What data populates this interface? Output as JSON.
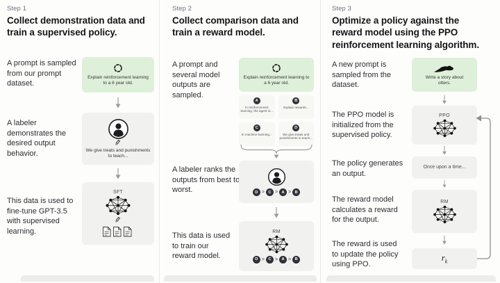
{
  "step1": {
    "label": "Step 1",
    "title": "Collect demonstration data and train a supervised policy.",
    "caption_prompt": "A prompt is sampled from our prompt dataset.",
    "prompt_text": "Explain reinforcement learning to a 6 year old.",
    "caption_labeler": "A labeler demonstrates the desired output behavior.",
    "labeler_text": "We give treats and punishments to teach...",
    "caption_finetune": "This data is used to fine-tune GPT-3.5 with supervised learning.",
    "model_label": "SFT"
  },
  "step2": {
    "label": "Step 2",
    "title": "Collect comparison data and train a reward model.",
    "caption_prompt": "A prompt and several model outputs are sampled.",
    "prompt_text": "Explain reinforcement learning to a 6 year old.",
    "outputs": [
      {
        "letter": "A",
        "text": "In reinforcement learning, the agent is..."
      },
      {
        "letter": "B",
        "text": "Explain rewards..."
      },
      {
        "letter": "C",
        "text": "In machine learning..."
      },
      {
        "letter": "D",
        "text": "We give treats and punishments to teach..."
      }
    ],
    "caption_rank": "A labeler ranks the outputs from best to worst.",
    "ranking": [
      "D",
      "C",
      "A",
      "B"
    ],
    "rank_sep": ">",
    "caption_train": "This data is used to train our reward model.",
    "model_label": "RM"
  },
  "step3": {
    "label": "Step 3",
    "title": "Optimize a policy against the reward model using the PPO reinforcement learning algorithm.",
    "caption_prompt": "A new prompt is sampled from the dataset.",
    "prompt_text": "Write a story about otters.",
    "caption_ppo": "The PPO model is initialized from the supervised policy.",
    "ppo_label": "PPO",
    "caption_output": "The policy generates an output.",
    "output_text": "Once upon a time...",
    "caption_reward": "The reward model calculates a reward for the output.",
    "rm_label": "RM",
    "caption_update": "The reward is used to update the policy using PPO.",
    "reward_var": "r",
    "reward_sub": "k"
  },
  "colors": {
    "prompt_green": "#def0d9",
    "box_gray": "#f1f1ef",
    "circle_dark": "#2f3038",
    "accent_text": "#202123"
  }
}
